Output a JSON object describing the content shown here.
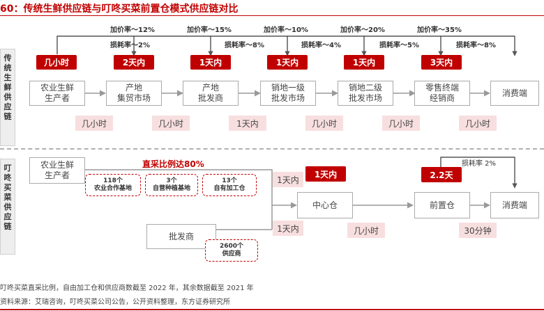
{
  "title": "60：传统生鲜供应链与叮咚买菜前置仓模式供应链对比",
  "traditional": {
    "side_label": [
      "传",
      "统",
      "生",
      "鲜",
      "供",
      "应",
      "链"
    ],
    "nodes": [
      "农业生鲜\n生产者",
      "产地\n集贸市场",
      "产地\n批发商",
      "销地一级\n批发市场",
      "销地二级\n批发市场",
      "零售终端\n经销商",
      "消费端"
    ],
    "markup": [
      "加价率～12%",
      "加价率～15%",
      "加价率～10%",
      "加价率～20%",
      "加价率～35%"
    ],
    "loss": [
      "损耗率～2%",
      "损耗率～8%",
      "损耗率～4%",
      "损耗率～5%",
      "损耗率～8%"
    ],
    "red_times": [
      "几小时",
      "2天内",
      "1天内",
      "1天内",
      "1天内",
      "3天内"
    ],
    "pink_times": [
      "几小时",
      "几小时",
      "1天内",
      "几小时",
      "几小时",
      "几小时"
    ]
  },
  "dingdong": {
    "side_label": [
      "叮",
      "咚",
      "买",
      "菜",
      "供",
      "应",
      "链"
    ],
    "producer": "农业生鲜\n生产者",
    "direct_ratio": "直采比例达80%",
    "bases": [
      {
        "count": "118个",
        "label": "农业合作基地"
      },
      {
        "count": "3个",
        "label": "自营种植基地"
      },
      {
        "count": "13个",
        "label": "自有加工仓"
      }
    ],
    "wholesaler": "批发商",
    "supplier": {
      "count": "2600个",
      "label": "供应商"
    },
    "center": "中心仓",
    "front": "前置仓",
    "consumer": "消费端",
    "pink_upper": "1天内",
    "pink_lower": "1天内",
    "red_center": "1天内",
    "red_front": "2.2天",
    "loss": "损耗率 2%",
    "pink_mid": "几小时",
    "pink_last": "30分钟"
  },
  "footnotes": [
    "叮咚买菜直采比例，自由加工仓和供应商数截至 2022 年，其余数据截至 2021 年",
    "资料来源：艾瑞咨询，叮咚买菜公司公告，公开资料整理，东方证券研究所"
  ],
  "colors": {
    "accent": "#c00000",
    "pink": "#f8dfdf",
    "border": "#aaaaaa"
  }
}
